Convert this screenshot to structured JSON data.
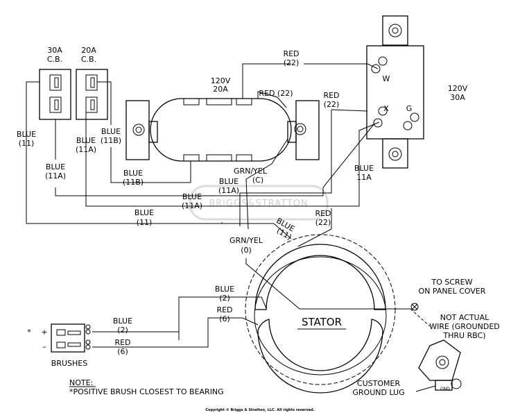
{
  "breakers": {
    "cb30_a": "30A",
    "cb30_b": "C.B.",
    "cb20_a": "20A",
    "cb20_b": "C.B."
  },
  "receptacle_20a": {
    "line1": "120V",
    "line2": "20A"
  },
  "receptacle_30a": {
    "line1": "120V",
    "line2": "30A",
    "term_w": "W",
    "term_x": "X",
    "term_g": "G"
  },
  "wires": {
    "red22_top_a": "RED",
    "red22_top_b": "(22)",
    "red22_inner": "RED (22)",
    "red22_right_a": "RED",
    "red22_right_b": "(22)",
    "blue11_left_a": "BLUE",
    "blue11_left_b": "(11)",
    "blue11a_left_a": "BLUE",
    "blue11a_left_b": "(11A)",
    "blue11a_cb_a": "BLUE",
    "blue11a_cb_b": "(11A)",
    "blue11b_cb_a": "BLUE",
    "blue11b_cb_b": "(11B)",
    "blue11b_low_a": "BLUE",
    "blue11b_low_b": "(11B)",
    "grnyel_c_a": "GRN/YEL",
    "grnyel_c_b": "(C)",
    "blue11a_mid_a": "BLUE",
    "blue11a_mid_b": "(11A)",
    "blue11a_low_a": "BLUE",
    "blue11a_low_b": "(11A)",
    "blue11a_right_a": "BLUE",
    "blue11a_right_b": "11A",
    "blue11_bottom_a": "BLUE",
    "blue11_bottom_b": "(11)",
    "red22_stator_a": "RED",
    "red22_stator_b": "(22)",
    "grnyel0_a": "GRN/YEL",
    "grnyel0_b": "(0)",
    "blue_diag_a": "BLUE",
    "blue_diag_b": "(11)",
    "blue2_a": "BLUE",
    "blue2_b": "(2)",
    "red6_a": "RED",
    "red6_b": "(6)",
    "blue2_brush_a": "BLUE",
    "blue2_brush_b": "(2)",
    "red6_brush_a": "RED",
    "red6_brush_b": "(6)"
  },
  "stator": {
    "label": "STATOR"
  },
  "brushes": {
    "label": "BRUSHES",
    "star": "*",
    "plus": "+",
    "minus": "–"
  },
  "panel_note": {
    "line1": "TO SCREW",
    "line2": "ON PANEL COVER"
  },
  "not_actual": {
    "line1": "NOT ACTUAL",
    "line2": "WIRE (GROUNDED",
    "line3": "THRU RBC)"
  },
  "ground_lug": {
    "line1": "CUSTOMER",
    "line2": "GROUND LUG",
    "tag": "GND"
  },
  "note": {
    "title": "NOTE:",
    "body": "*POSITIVE BRUSH CLOSEST TO BEARING"
  },
  "watermark": "BRIGGS&STRATTON",
  "copyright": "Copyright © Briggs & Stratton, LLC. All rights reserved."
}
